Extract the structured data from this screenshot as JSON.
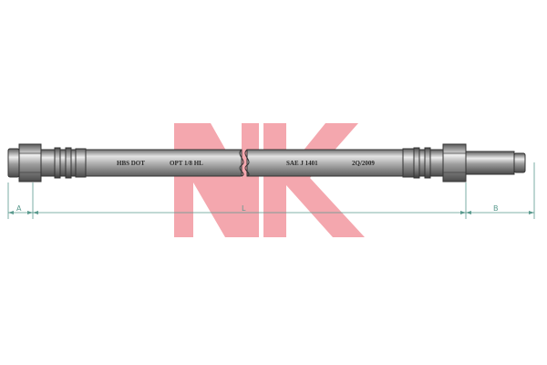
{
  "logo": {
    "text": "NK",
    "color": "#f4a7ae"
  },
  "hose": {
    "markings": [
      {
        "id": "hbs-dot",
        "text": "HBS DOT"
      },
      {
        "id": "opt",
        "text": "OPT 1/8 HL"
      },
      {
        "id": "sae",
        "text": "SAE J 1401"
      },
      {
        "id": "date",
        "text": "2Q/2009"
      }
    ]
  },
  "dimensions": {
    "a": "A",
    "l": "L",
    "b": "B",
    "color": "#5a9a8e"
  },
  "colors": {
    "hose_body": "#a9a9a9",
    "fitting": "#8f8f8f",
    "outline": "#333333"
  }
}
